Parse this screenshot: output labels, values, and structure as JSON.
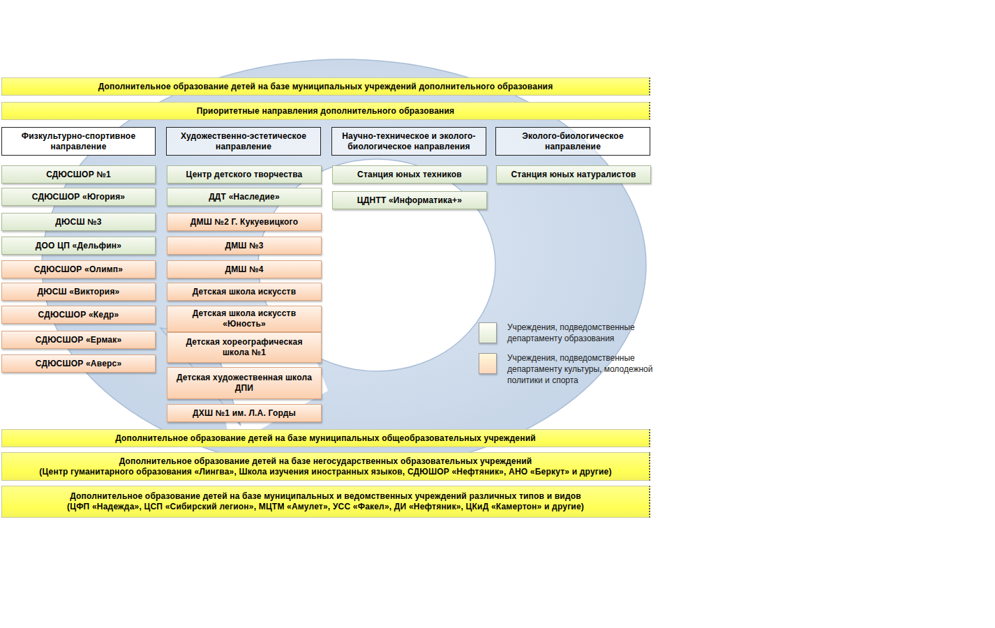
{
  "diagram": {
    "nodes": [
      {
        "text": [
          "Дополнительное образование детей на базе муниципальных учреждений дополнительного образования"
        ]
      },
      {
        "text": [
          "Приоритетные направления дополнительного образования"
        ]
      },
      {
        "text": [
          "Физкультурно-спортивное направление"
        ]
      },
      {
        "text": [
          "Художественно-эстетическое направление"
        ]
      },
      {
        "text": [
          "Научно-техническое и эколого-биологическое направления"
        ]
      },
      {
        "text": [
          "Эколого-биологическое направление"
        ]
      },
      {
        "text": [
          "СДЮСШОР №1"
        ]
      },
      {
        "text": [
          "СДЮСШОР «Югория»"
        ]
      },
      {
        "text": [
          "ДЮСШ №3"
        ]
      },
      {
        "text": [
          "ДОО ЦП «Дельфин»"
        ]
      },
      {
        "text": [
          "СДЮСШОР «Олимп»"
        ]
      },
      {
        "text": [
          "ДЮСШ «Виктория»"
        ]
      },
      {
        "text": [
          "СДЮСШОР «Кедр»"
        ]
      },
      {
        "text": [
          "СДЮСШОР «Ермак»"
        ]
      },
      {
        "text": [
          "СДЮСШОР «Аверс»"
        ]
      },
      {
        "text": [
          "Центр детского творчества"
        ]
      },
      {
        "text": [
          "ДДТ «Наследие»"
        ]
      },
      {
        "text": [
          "ДМШ №2 Г. Кукуевицкого"
        ]
      },
      {
        "text": [
          "ДМШ №3"
        ]
      },
      {
        "text": [
          "ДМШ №4"
        ]
      },
      {
        "text": [
          "Детская школа искусств"
        ]
      },
      {
        "text": [
          "Детская школа искусств «Юность»"
        ]
      },
      {
        "text": [
          "Детская хореографическая школа №1"
        ]
      },
      {
        "text": [
          "Детская художественная школа ДПИ"
        ]
      },
      {
        "text": [
          "ДХШ №1 им. Л.А. Горды"
        ]
      },
      {
        "text": [
          "Станция юных техников"
        ]
      },
      {
        "text": [
          "ЦДНТТ «Информатика+»"
        ]
      },
      {
        "text": [
          "Станция юных натуралистов"
        ]
      },
      {
        "text": [
          "Дополнительное образование детей на базе муниципальных общеобразовательных учреждений"
        ]
      },
      {
        "text": [
          "Дополнительное образование детей на базе негосударственных образовательных учреждений",
          "(Центр гуманитарного образования «Лингва», Школа изучения иностранных языков, СДЮШОР «Нефтяник», АНО «Беркут» и другие)"
        ]
      },
      {
        "text": [
          "Дополнительное образование детей на базе муниципальных и ведомственных учреждений различных типов и видов",
          "(ЦФП «Надежда», ЦСП «Сибирский легион», МЦТМ «Амулет», УСС «Факел», ДИ «Нефтяник», ЦКиД «Камертон» и другие)"
        ]
      }
    ],
    "legend": [
      {
        "text": "Учреждения, подведомственные департаменту образования",
        "color": "#e2ecd6"
      },
      {
        "text": "Учреждения, подведомственные департаменту культуры, молодежной политики и спорта",
        "color": "#fcd7bd"
      }
    ]
  }
}
